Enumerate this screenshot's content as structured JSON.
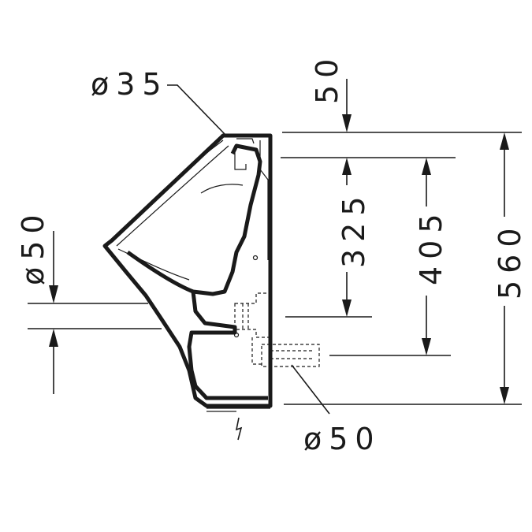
{
  "drawing": {
    "labels": {
      "dia_inlet": "ø35",
      "dim_top": "50",
      "dim_325": "325",
      "dim_405": "405",
      "dim_560": "560",
      "dia_side": "ø50",
      "dia_outlet": "ø50"
    }
  }
}
